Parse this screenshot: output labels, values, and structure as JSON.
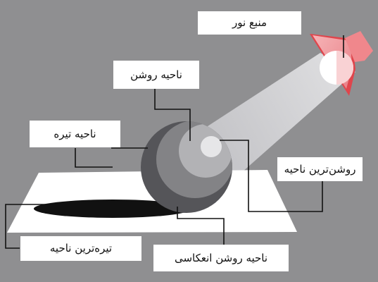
{
  "labels": {
    "light_source": "منبع نور",
    "lit_area": "ناحیه روشن",
    "dark_area": "ناحیه تیره",
    "brightest_area": "روشن‌ترین ناحیه",
    "darkest_area": "تیره‌ترین ناحیه",
    "reflected_light": "ناحیه روشن انعکاسی"
  },
  "colors": {
    "background": "#8f8f91",
    "label_box": "#ffffff",
    "leader_line": "#111111",
    "lamp_red": "#e0454c",
    "lamp_pink": "#f4a0a4"
  }
}
